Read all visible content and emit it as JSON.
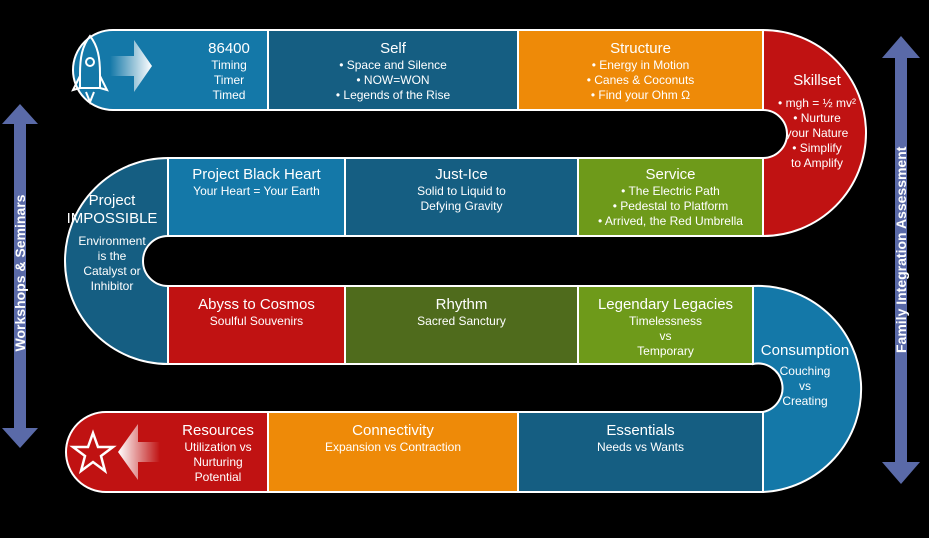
{
  "colors": {
    "blue": "#1478a8",
    "teal_dark": "#155e82",
    "orange": "#ee8a08",
    "red": "#c01212",
    "green": "#6e9a1a",
    "olive": "#4f6b1c",
    "arrow": "#5a6aa8"
  },
  "side_left": "Workshops & Seminars",
  "side_right": "Family Integration Assessment",
  "start": {
    "title": "86400",
    "lines": [
      "Timing",
      "Timer",
      "Timed"
    ],
    "icon": "rocket-icon"
  },
  "row1": [
    {
      "title": "Self",
      "lines": [
        "• Space and Silence",
        "• NOW=WON",
        "• Legends of the Rise"
      ]
    },
    {
      "title": "Structure",
      "lines": [
        "• Energy in Motion",
        "• Canes & Coconuts",
        "• Find your Ohm Ω"
      ]
    }
  ],
  "skillset": {
    "title": "Skillset",
    "lines": [
      "• mgh = ½ mv²",
      "• Nurture",
      "your Nature",
      "• Simplify",
      "to Amplify"
    ]
  },
  "row2": [
    {
      "title": "Project Black Heart",
      "lines": [
        "Your Heart = Your Earth"
      ]
    },
    {
      "title": "Just-Ice",
      "lines": [
        "Solid to Liquid to",
        "Defying Gravity"
      ]
    },
    {
      "title": "Service",
      "lines": [
        "• The Electric Path",
        "• Pedestal to Platform",
        "• Arrived, the Red Umbrella"
      ]
    }
  ],
  "impossible": {
    "title1": "Project",
    "title2": "IMPOSSIBLE",
    "lines": [
      "Environment",
      "is the",
      "Catalyst or",
      "Inhibitor"
    ]
  },
  "row3": [
    {
      "title": "Abyss to Cosmos",
      "lines": [
        "Soulful Souvenirs"
      ]
    },
    {
      "title": "Rhythm",
      "lines": [
        "Sacred Sanctury"
      ]
    },
    {
      "title": "Legendary Legacies",
      "lines": [
        "Timelessness",
        "vs",
        "Temporary"
      ]
    }
  ],
  "consumption": {
    "title": "Consumption",
    "lines": [
      "Couching",
      "vs",
      "Creating"
    ]
  },
  "row4": [
    {
      "title": "Essentials",
      "lines": [
        "Needs vs Wants"
      ]
    },
    {
      "title": "Connectivity",
      "lines": [
        "Expansion vs Contraction"
      ]
    }
  ],
  "finish": {
    "title": "Resources",
    "lines": [
      "Utilization vs",
      "Nurturing",
      "Potential"
    ],
    "icon": "star-icon"
  }
}
